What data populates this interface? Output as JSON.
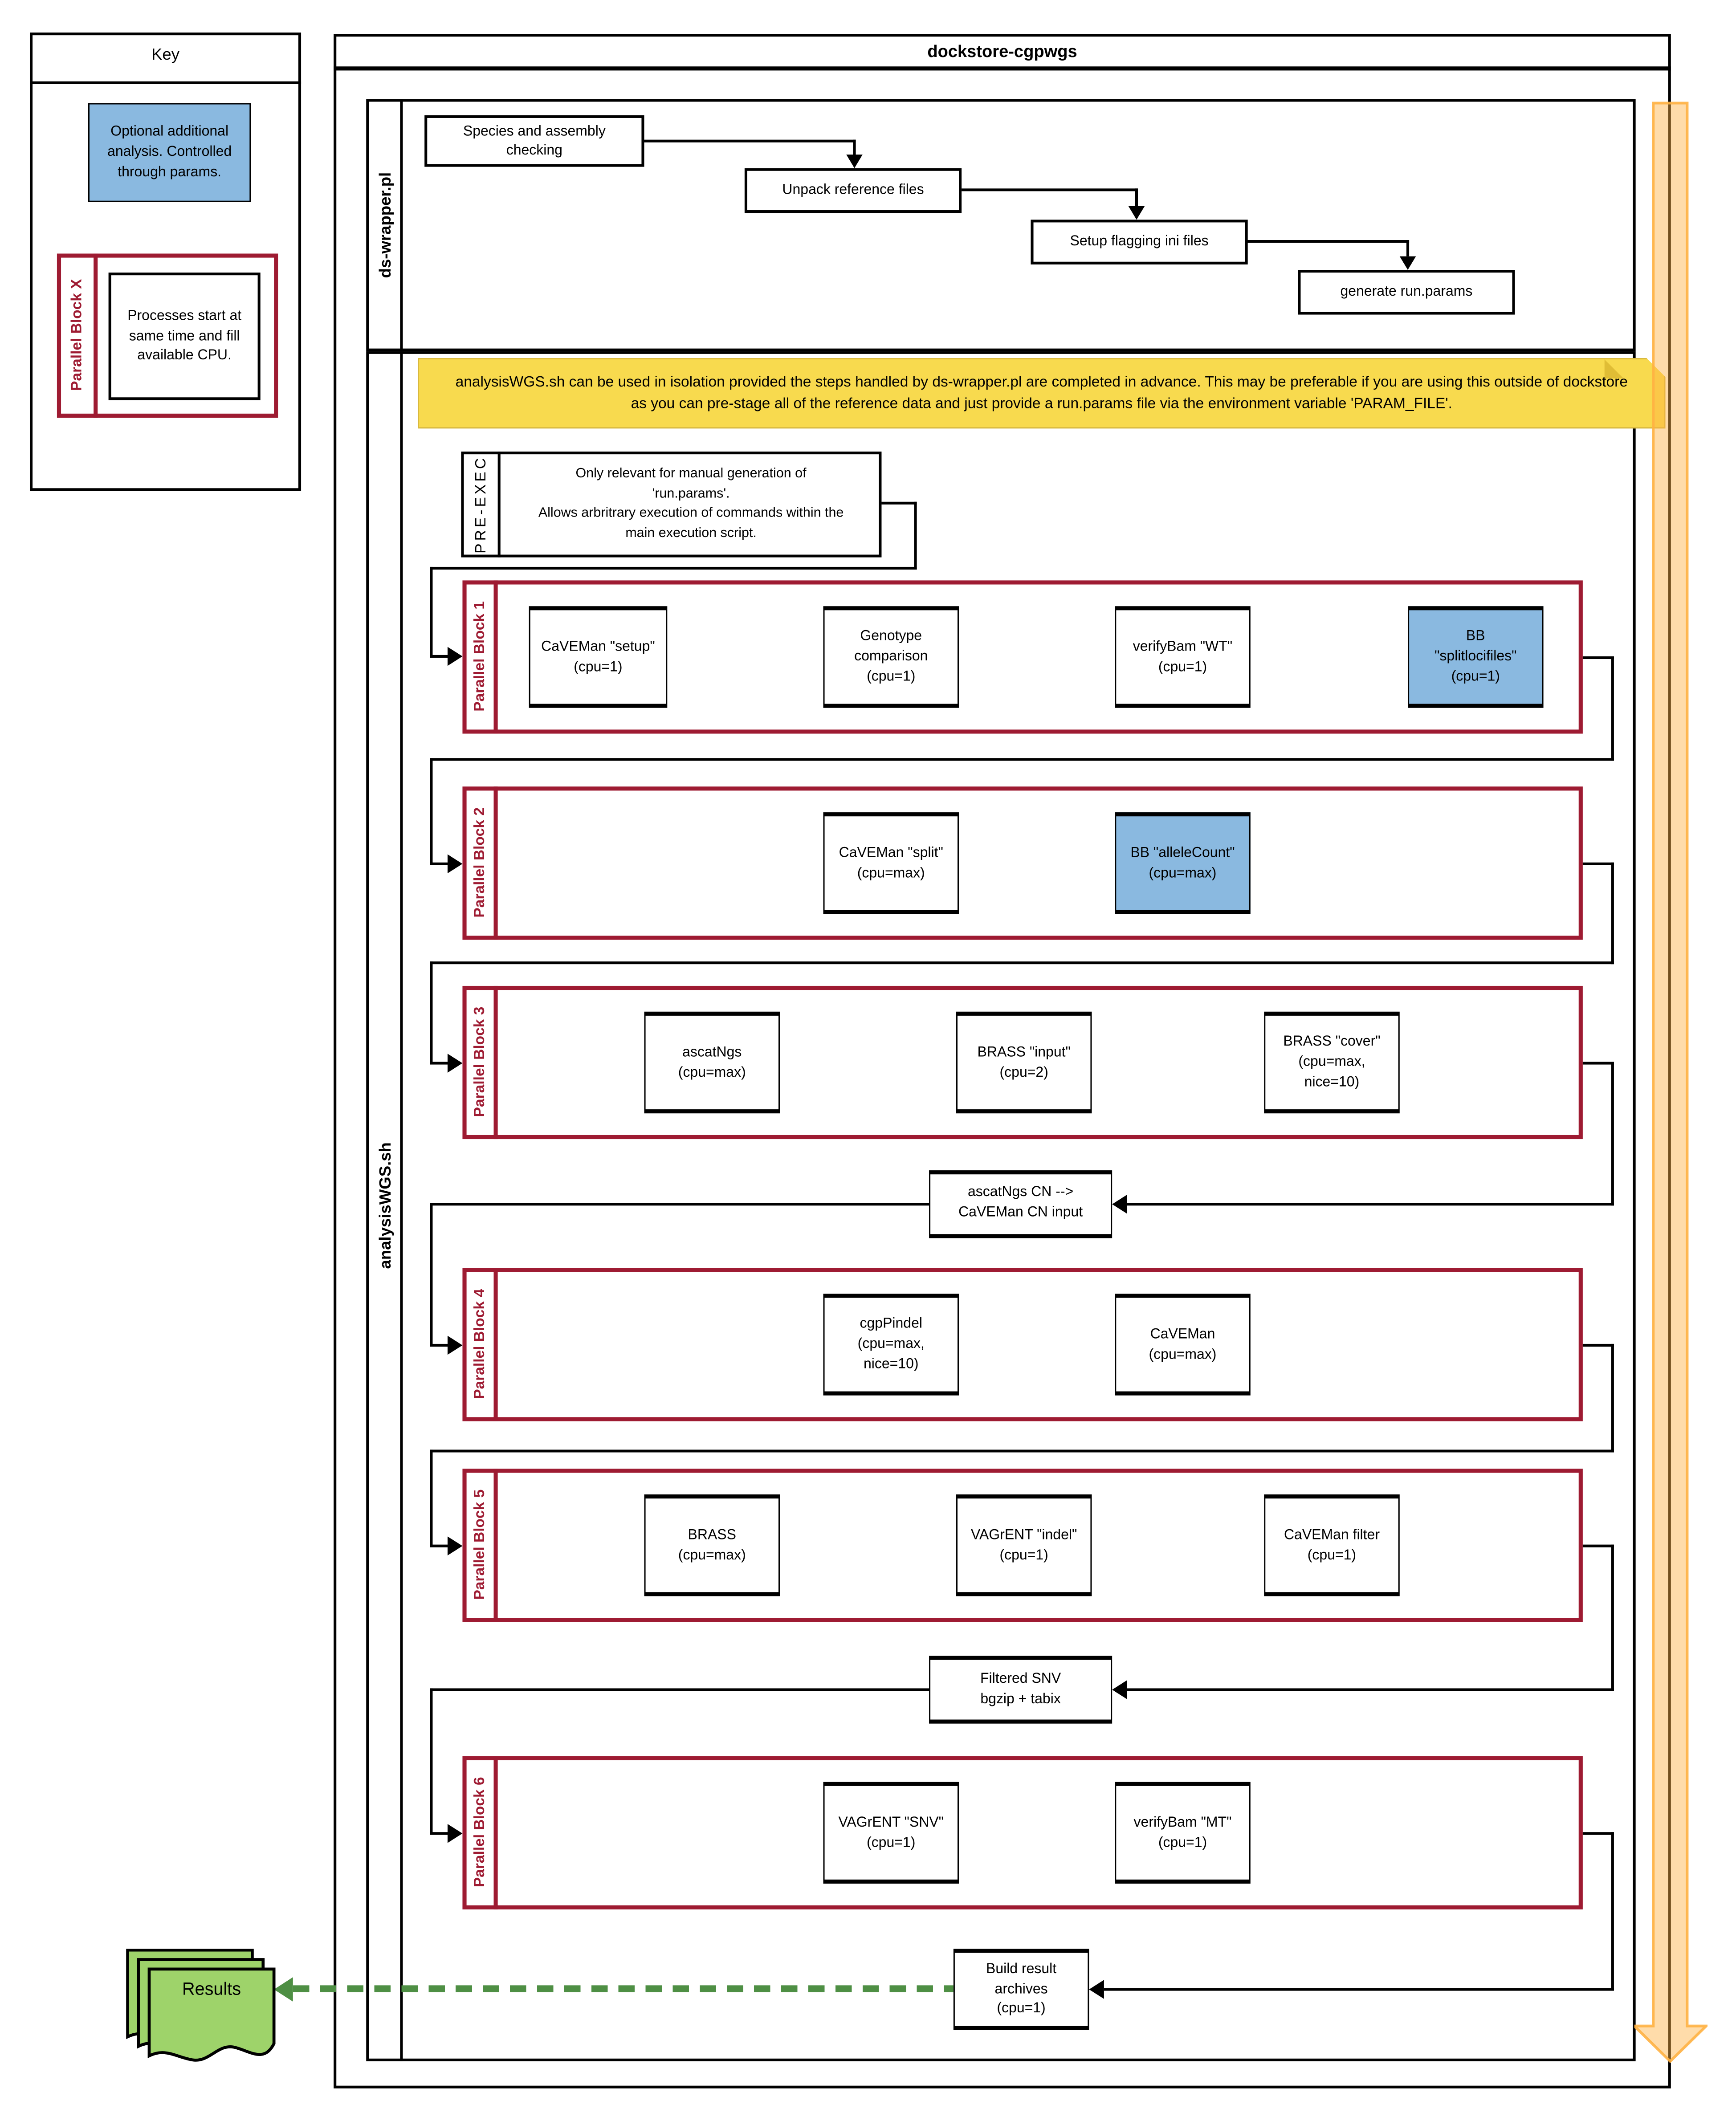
{
  "key": {
    "title": "Key",
    "optional_note": "Optional additional analysis.  Controlled through params.",
    "parallel_label": "Parallel Block X",
    "parallel_desc": "Processes start at same time and fill available CPU."
  },
  "diagram_title": "dockstore-cgpwgs",
  "wrapper_lane": {
    "label": "ds-wrapper.pl",
    "steps": [
      "Species and assembly checking",
      "Unpack reference files",
      "Setup flagging ini files",
      "generate run.params"
    ]
  },
  "analysis_lane": {
    "label": "analysisWGS.sh",
    "note": "analysisWGS.sh can be used in isolation provided the steps handled by ds-wrapper.pl are completed in advance.  This may be preferable if you are using this outside of dockstore\nas you can pre-stage all of the reference data and just provide a run.params file via the environment variable 'PARAM_FILE'.",
    "pre_exec": {
      "label": "PRE-EXEC",
      "text": "Only relevant for manual generation of\n'run.params'.\nAllows arbritrary execution of commands within the\nmain execution script."
    },
    "blocks": [
      {
        "label": "Parallel Block 1",
        "items": [
          "CaVEMan \"setup\"\n(cpu=1)",
          "Genotype\ncomparison\n(cpu=1)",
          "verifyBam \"WT\"\n(cpu=1)",
          "BB\n\"splitlocifiles\"\n(cpu=1)"
        ]
      },
      {
        "label": "Parallel Block 2",
        "items": [
          "CaVEMan \"split\"\n(cpu=max)",
          "BB \"alleleCount\"\n(cpu=max)"
        ]
      },
      {
        "label": "Parallel Block 3",
        "items": [
          "ascatNgs\n(cpu=max)",
          "BRASS \"input\"\n(cpu=2)",
          "BRASS \"cover\"\n(cpu=max,\nnice=10)"
        ]
      },
      {
        "label": "Parallel Block 4",
        "items": [
          "cgpPindel\n(cpu=max,\nnice=10)",
          "CaVEMan\n(cpu=max)"
        ]
      },
      {
        "label": "Parallel Block 5",
        "items": [
          "BRASS\n(cpu=max)",
          "VAGrENT \"indel\"\n(cpu=1)",
          "CaVEMan filter\n(cpu=1)"
        ]
      },
      {
        "label": "Parallel Block 6",
        "items": [
          "VAGrENT \"SNV\"\n(cpu=1)",
          "verifyBam \"MT\"\n(cpu=1)"
        ]
      }
    ],
    "ascat_cn_box": "ascatNgs CN -->\nCaVEMan CN input",
    "filtered_snv_box": "Filtered SNV\nbgzip + tabix",
    "build_box": "Build result\narchives\n(cpu=1)",
    "results_label": "Results"
  },
  "colors": {
    "optional_blue": "#8ab9e0",
    "parallel_red": "#9e1b32",
    "note_yellow": "#f8da4e",
    "flow_orange": "#ffb143",
    "results_green": "#9ed36a",
    "results_arrow_green": "#4e8f44"
  }
}
